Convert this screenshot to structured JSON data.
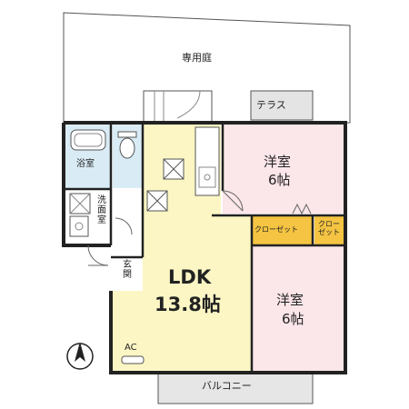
{
  "labels": {
    "garden": "専用庭",
    "terrace": "テラス",
    "bath": "浴室",
    "washroom": "洗面室",
    "western_top_name": "洋室",
    "western_top_size": "6帖",
    "closet_main": "クローゼット",
    "closet_small": "クローゼット",
    "entrance": "玄関",
    "ldk_name": "LDK",
    "ldk_size": "13.8帖",
    "western_bottom_name": "洋室",
    "western_bottom_size": "6帖",
    "ac": "AC",
    "balcony": "バルコニー"
  },
  "colors": {
    "ldk": "#fbf6c4",
    "western": "#fbe6ea",
    "bath": "#d9ecf6",
    "washroom": "#f6e3d2",
    "closet": "#f4c442",
    "wall": "#222222",
    "balcony": "#e6e6e6"
  },
  "icons": [
    "north-arrow-icon",
    "bathtub-icon",
    "toilet-icon",
    "sink-icon",
    "stove-icon",
    "ac-unit-icon"
  ]
}
